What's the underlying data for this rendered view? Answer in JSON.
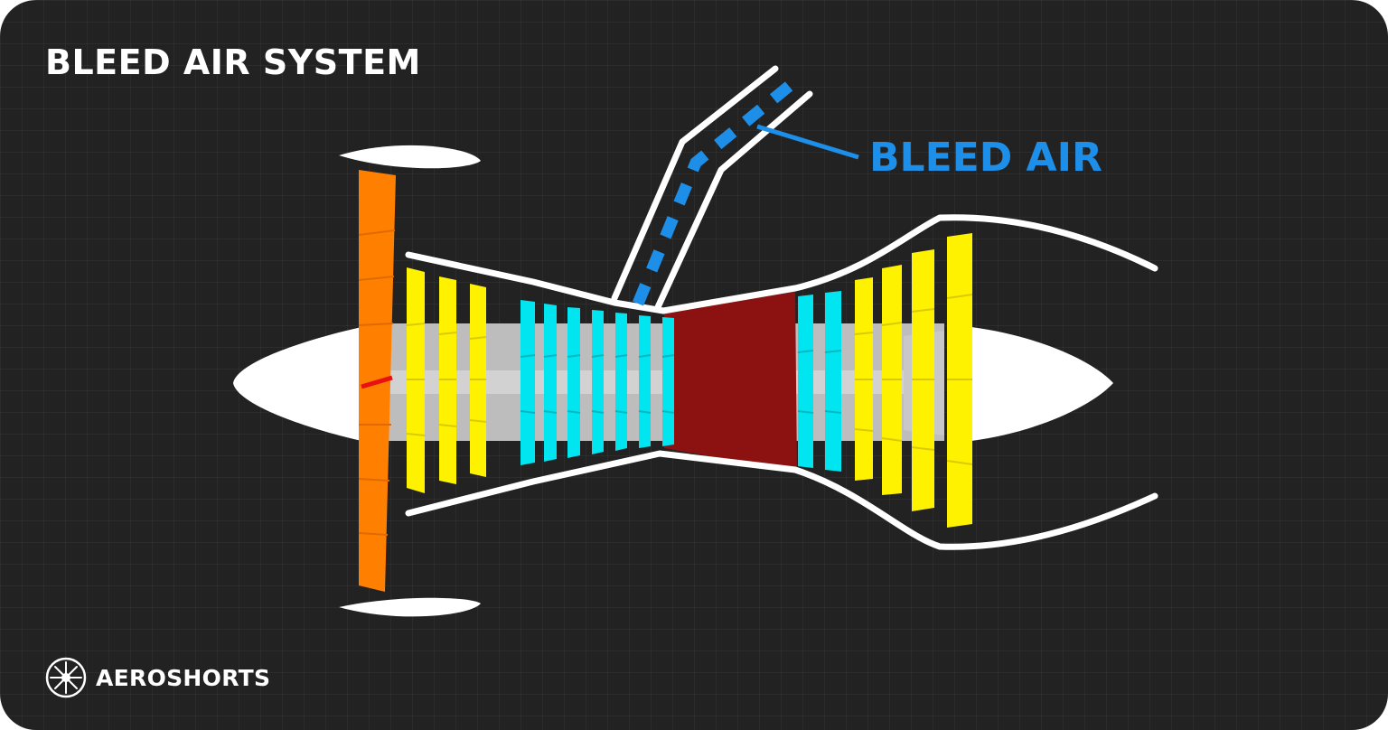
{
  "title": "BLEED AIR SYSTEM",
  "callout": {
    "label": "BLEED AIR",
    "color": "#1E8FE8"
  },
  "brand": {
    "name": "AEROSHORTS",
    "icon": "turbine-logo-icon"
  },
  "colors": {
    "background": "#222222",
    "casing": "#FFFFFF",
    "fan": "#FF8000",
    "low_pressure": "#FFF200",
    "high_pressure_compressor": "#00E5F0",
    "combustor": "#8C1111",
    "shaft": "#C0C0C0",
    "bleed_flow": "#1E8FE8"
  }
}
